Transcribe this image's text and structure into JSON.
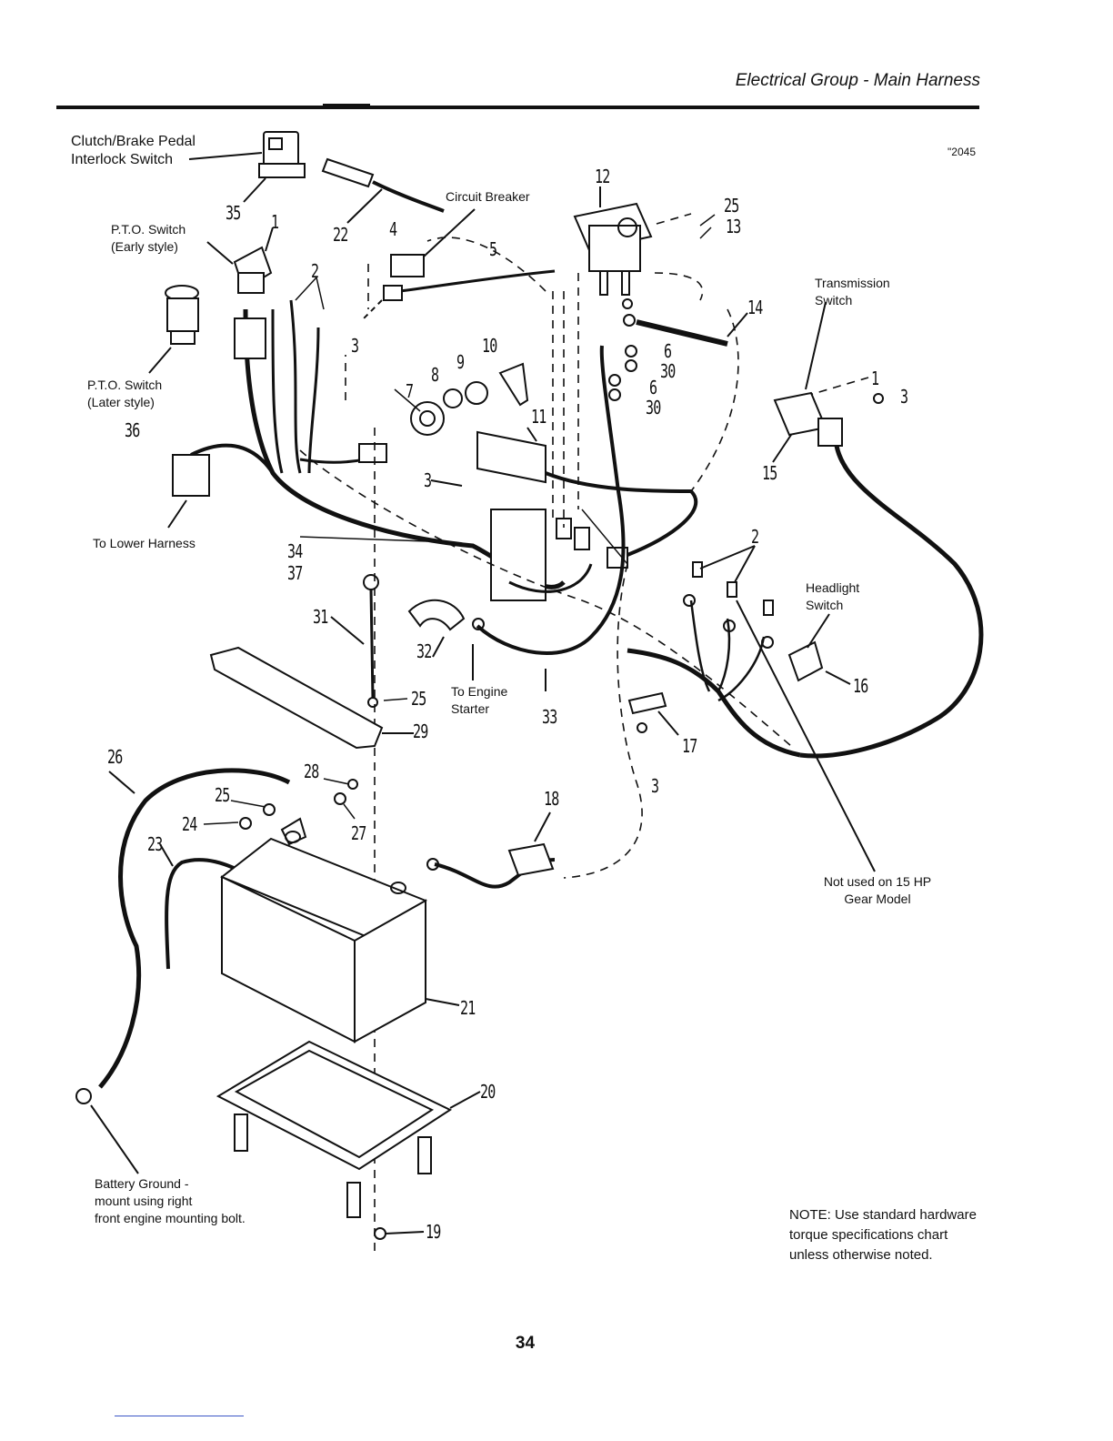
{
  "header": {
    "title": "Electrical Group - Main Harness",
    "figure_number": "\"2045"
  },
  "labels": {
    "clutch_switch": "Clutch/Brake Pedal\nInterlock Switch",
    "pto_early": "P.T.O. Switch\n(Early style)",
    "pto_later": "P.T.O. Switch\n(Later style)",
    "circuit_breaker": "Circuit Breaker",
    "transmission_switch": "Transmission\nSwitch",
    "headlight_switch": "Headlight\nSwitch",
    "lower_harness": "To Lower Harness",
    "engine_starter": "To Engine\nStarter",
    "not_used": "Not used on 15 HP\nGear Model",
    "battery_ground": "Battery Ground -\nmount using right\nfront engine mounting bolt."
  },
  "part_numbers": {
    "p35": "35",
    "p1": "1",
    "p36": "36",
    "p2a": "2",
    "p3a": "3",
    "p22": "22",
    "p4": "4",
    "p5": "5",
    "p12": "12",
    "p25a": "25",
    "p13": "13",
    "p14": "14",
    "p10": "10",
    "p9": "9",
    "p8": "8",
    "p7": "7",
    "p11": "11",
    "p6a": "6",
    "p30a": "30",
    "p6b": "6",
    "p30b": "30",
    "p3b": "3",
    "p1b": "1",
    "p3c": "3",
    "p15": "15",
    "p34": "34",
    "p37": "37",
    "p2b": "2",
    "p31": "31",
    "p32": "32",
    "p16": "16",
    "p25b": "25",
    "p33": "33",
    "p29": "29",
    "p17": "17",
    "p3d": "3",
    "p26": "26",
    "p28": "28",
    "p25c": "25",
    "p27": "27",
    "p18": "18",
    "p24": "24",
    "p23": "23",
    "p21": "21",
    "p20": "20",
    "p19": "19"
  },
  "note": "NOTE:  Use standard hardware torque specifications chart unless otherwise noted.",
  "page_number": "34"
}
